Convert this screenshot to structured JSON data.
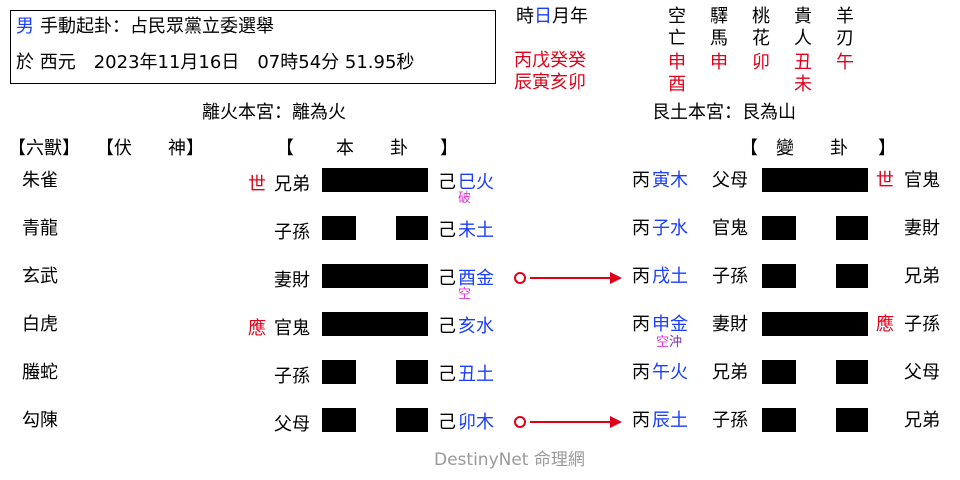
{
  "header": {
    "gender": "男",
    "topic": "手動起卦：占民眾黨立委選舉",
    "date_line": "於 西元　2023年11月16日　07時54分 51.95秒",
    "time_label_pre": "時",
    "time_label_day": "日",
    "time_label_post": "月年",
    "stems": "丙戊癸癸",
    "branches": "辰寅亥卯",
    "spirits": [
      {
        "top": "空",
        "mid": "亡",
        "bottom1": "申",
        "bottom2": "酉"
      },
      {
        "top": "驛",
        "mid": "馬",
        "bottom1": "申",
        "bottom2": ""
      },
      {
        "top": "桃",
        "mid": "花",
        "bottom1": "卯",
        "bottom2": ""
      },
      {
        "top": "貴",
        "mid": "人",
        "bottom1": "丑",
        "bottom2": "未"
      },
      {
        "top": "羊",
        "mid": "刃",
        "bottom1": "午",
        "bottom2": ""
      }
    ]
  },
  "original_hexagram": {
    "palace": "離火本宮：離為火"
  },
  "changed_hexagram": {
    "palace": "艮土本宮：艮為山"
  },
  "column_headers": {
    "beasts": "【六獸】",
    "hidden": "【伏　　神】",
    "original_open": "【",
    "original_name": "本　　卦",
    "original_close": "】",
    "changed_open": "【",
    "changed_name": "變　　卦",
    "changed_close": "】"
  },
  "lines": [
    {
      "beast": "朱雀",
      "mark": "世",
      "relation": "兄弟",
      "yang": true,
      "stem": "己",
      "branch": "巳火",
      "note": "破",
      "moving": false,
      "c_stem": "丙",
      "c_branch": "寅木",
      "c_note": "",
      "c_relation": "父母",
      "c_yang": true,
      "c_mark": "世",
      "c_relation2": "官鬼"
    },
    {
      "beast": "青龍",
      "mark": "",
      "relation": "子孫",
      "yang": false,
      "stem": "己",
      "branch": "未土",
      "note": "",
      "moving": false,
      "c_stem": "丙",
      "c_branch": "子水",
      "c_note": "",
      "c_relation": "官鬼",
      "c_yang": false,
      "c_mark": "",
      "c_relation2": "妻財"
    },
    {
      "beast": "玄武",
      "mark": "",
      "relation": "妻財",
      "yang": true,
      "stem": "己",
      "branch": "酉金",
      "note": "空",
      "moving": true,
      "c_stem": "丙",
      "c_branch": "戌土",
      "c_note": "",
      "c_relation": "子孫",
      "c_yang": false,
      "c_mark": "",
      "c_relation2": "兄弟"
    },
    {
      "beast": "白虎",
      "mark": "應",
      "relation": "官鬼",
      "yang": true,
      "stem": "己",
      "branch": "亥水",
      "note": "",
      "moving": false,
      "c_stem": "丙",
      "c_branch": "申金",
      "c_note": "空沖",
      "c_relation": "妻財",
      "c_yang": true,
      "c_mark": "應",
      "c_relation2": "子孫"
    },
    {
      "beast": "螣蛇",
      "mark": "",
      "relation": "子孫",
      "yang": false,
      "stem": "己",
      "branch": "丑土",
      "note": "",
      "moving": false,
      "c_stem": "丙",
      "c_branch": "午火",
      "c_note": "",
      "c_relation": "兄弟",
      "c_yang": false,
      "c_mark": "",
      "c_relation2": "父母"
    },
    {
      "beast": "勾陳",
      "mark": "",
      "relation": "父母",
      "yang": false,
      "stem": "己",
      "branch": "卯木",
      "note": "",
      "moving": true,
      "c_stem": "丙",
      "c_branch": "辰土",
      "c_note": "",
      "c_relation": "子孫",
      "c_yang": false,
      "c_mark": "",
      "c_relation2": "兄弟"
    }
  ],
  "footer": {
    "brand": "DestinyNet 命理網"
  },
  "colors": {
    "accent_blue": "#1a3dff",
    "accent_red": "#e0001a",
    "note_pink": "#e03ad6",
    "note_purple": "#7a2ea8"
  }
}
